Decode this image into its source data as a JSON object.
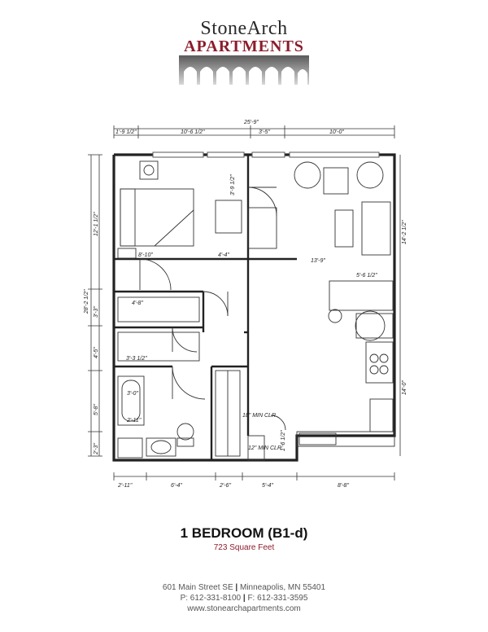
{
  "brand": {
    "name_line1": "StoneArch",
    "name_line2": "APARTMENTS",
    "logo_color": "#8c1d2c"
  },
  "unit": {
    "name": "1 BEDROOM (B1-d)",
    "size": "723 Square Feet",
    "size_color": "#8c1d2c"
  },
  "contact": {
    "street": "601 Main Street SE",
    "city": "Minneapolis, MN 55401",
    "phone": "P: 612-331-8100",
    "fax": "F: 612-331-3595",
    "website": "www.stonearchapartments.com"
  },
  "plan": {
    "overall_width": "25'-9\"",
    "overall_depth": "28'-2 1/2\"",
    "top_dims": [
      "1'-9 1/2\"",
      "10'-6 1/2\"",
      "3'-5\"",
      "10'-0\""
    ],
    "bottom_dims": [
      "2'-11\"",
      "6'-4\"",
      "2'-6\"",
      "5'-4\"",
      "8'-8\""
    ],
    "left_dims": [
      "12'-1 1/2\"",
      "3'-3\"",
      "4'-5\"",
      "5'-8\"",
      "2'-3\""
    ],
    "right_dims": [
      "14'-2 1/2\"",
      "14'-0\""
    ],
    "interior_dims": [
      "3'-9 1/2\"",
      "8'-10\"",
      "4'-4\"",
      "13'-9\"",
      "5'-6 1/2\"",
      "4'-8\"",
      "3'-3 1/2\"",
      "3'-0\"",
      "2'-11\"",
      "1'-6 1/2\""
    ],
    "clearance_notes": [
      "18\" MIN CLR",
      "12\" MIN CLR"
    ]
  }
}
